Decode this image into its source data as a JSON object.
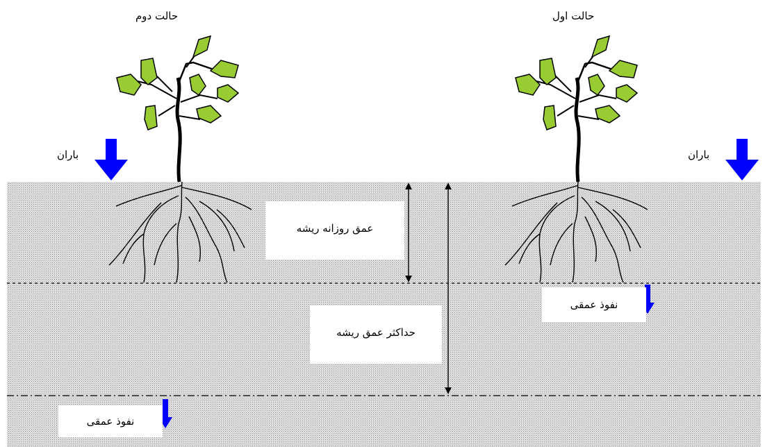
{
  "scenarios": {
    "second": {
      "title": "حالت دوم"
    },
    "first": {
      "title": "حالت اول"
    }
  },
  "labels": {
    "rain_left": "باران",
    "rain_right": "باران",
    "daily_root_depth": "عمق روزانه ریشه",
    "max_root_depth": "حداکثر عمق ریشه",
    "deep_percolation_first": "نفوذ عمقی",
    "deep_percolation_second": "نفوذ عمقی"
  },
  "colors": {
    "leaf": "#99cc33",
    "arrow": "#0000ff",
    "soil": "#d8d8d8"
  },
  "icons": {
    "plant": "plant-icon",
    "rain": "rain-arrow-icon"
  }
}
